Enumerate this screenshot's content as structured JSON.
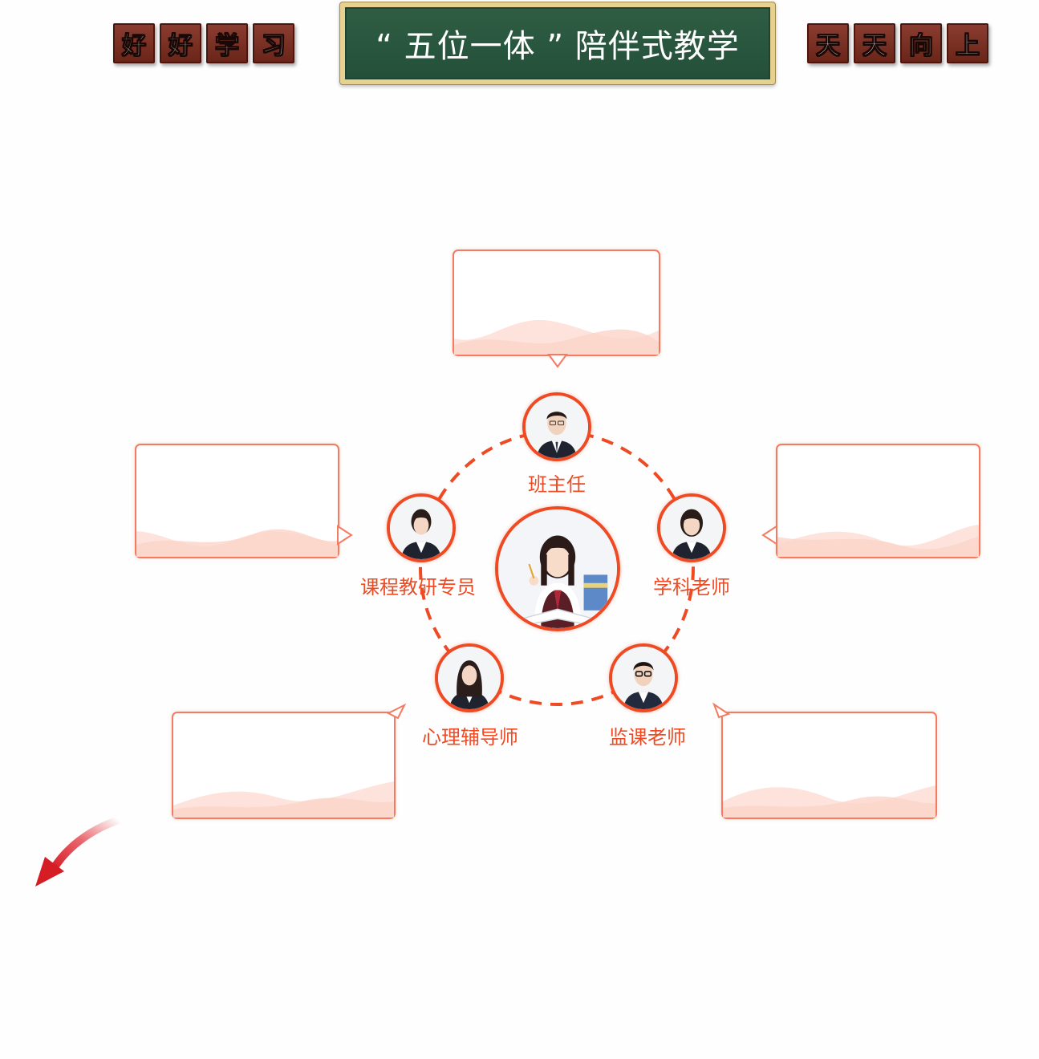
{
  "header": {
    "left_chars": [
      "好",
      "好",
      "学",
      "习"
    ],
    "title": "“ 五位一体 ”  陪伴式教学",
    "right_chars": [
      "天",
      "天",
      "向",
      "上"
    ]
  },
  "diagram": {
    "center": {
      "icon": "student-reading-icon"
    },
    "roles": [
      {
        "id": "homeroom",
        "label": "班主任",
        "icon": "male-teacher-avatar-icon"
      },
      {
        "id": "subject",
        "label": "学科老师",
        "icon": "female-teacher-avatar-icon"
      },
      {
        "id": "supervisor",
        "label": "监课老师",
        "icon": "male-teacher-glasses-avatar-icon"
      },
      {
        "id": "counselor",
        "label": "心理辅导师",
        "icon": "female-counselor-avatar-icon"
      },
      {
        "id": "research",
        "label": "课程教研专员",
        "icon": "female-researcher-avatar-icon"
      }
    ],
    "colors": {
      "accent": "#ee4a24",
      "box_border": "#f47a62",
      "ring": "#ee4a24",
      "wave": "#fbd3c8"
    }
  }
}
